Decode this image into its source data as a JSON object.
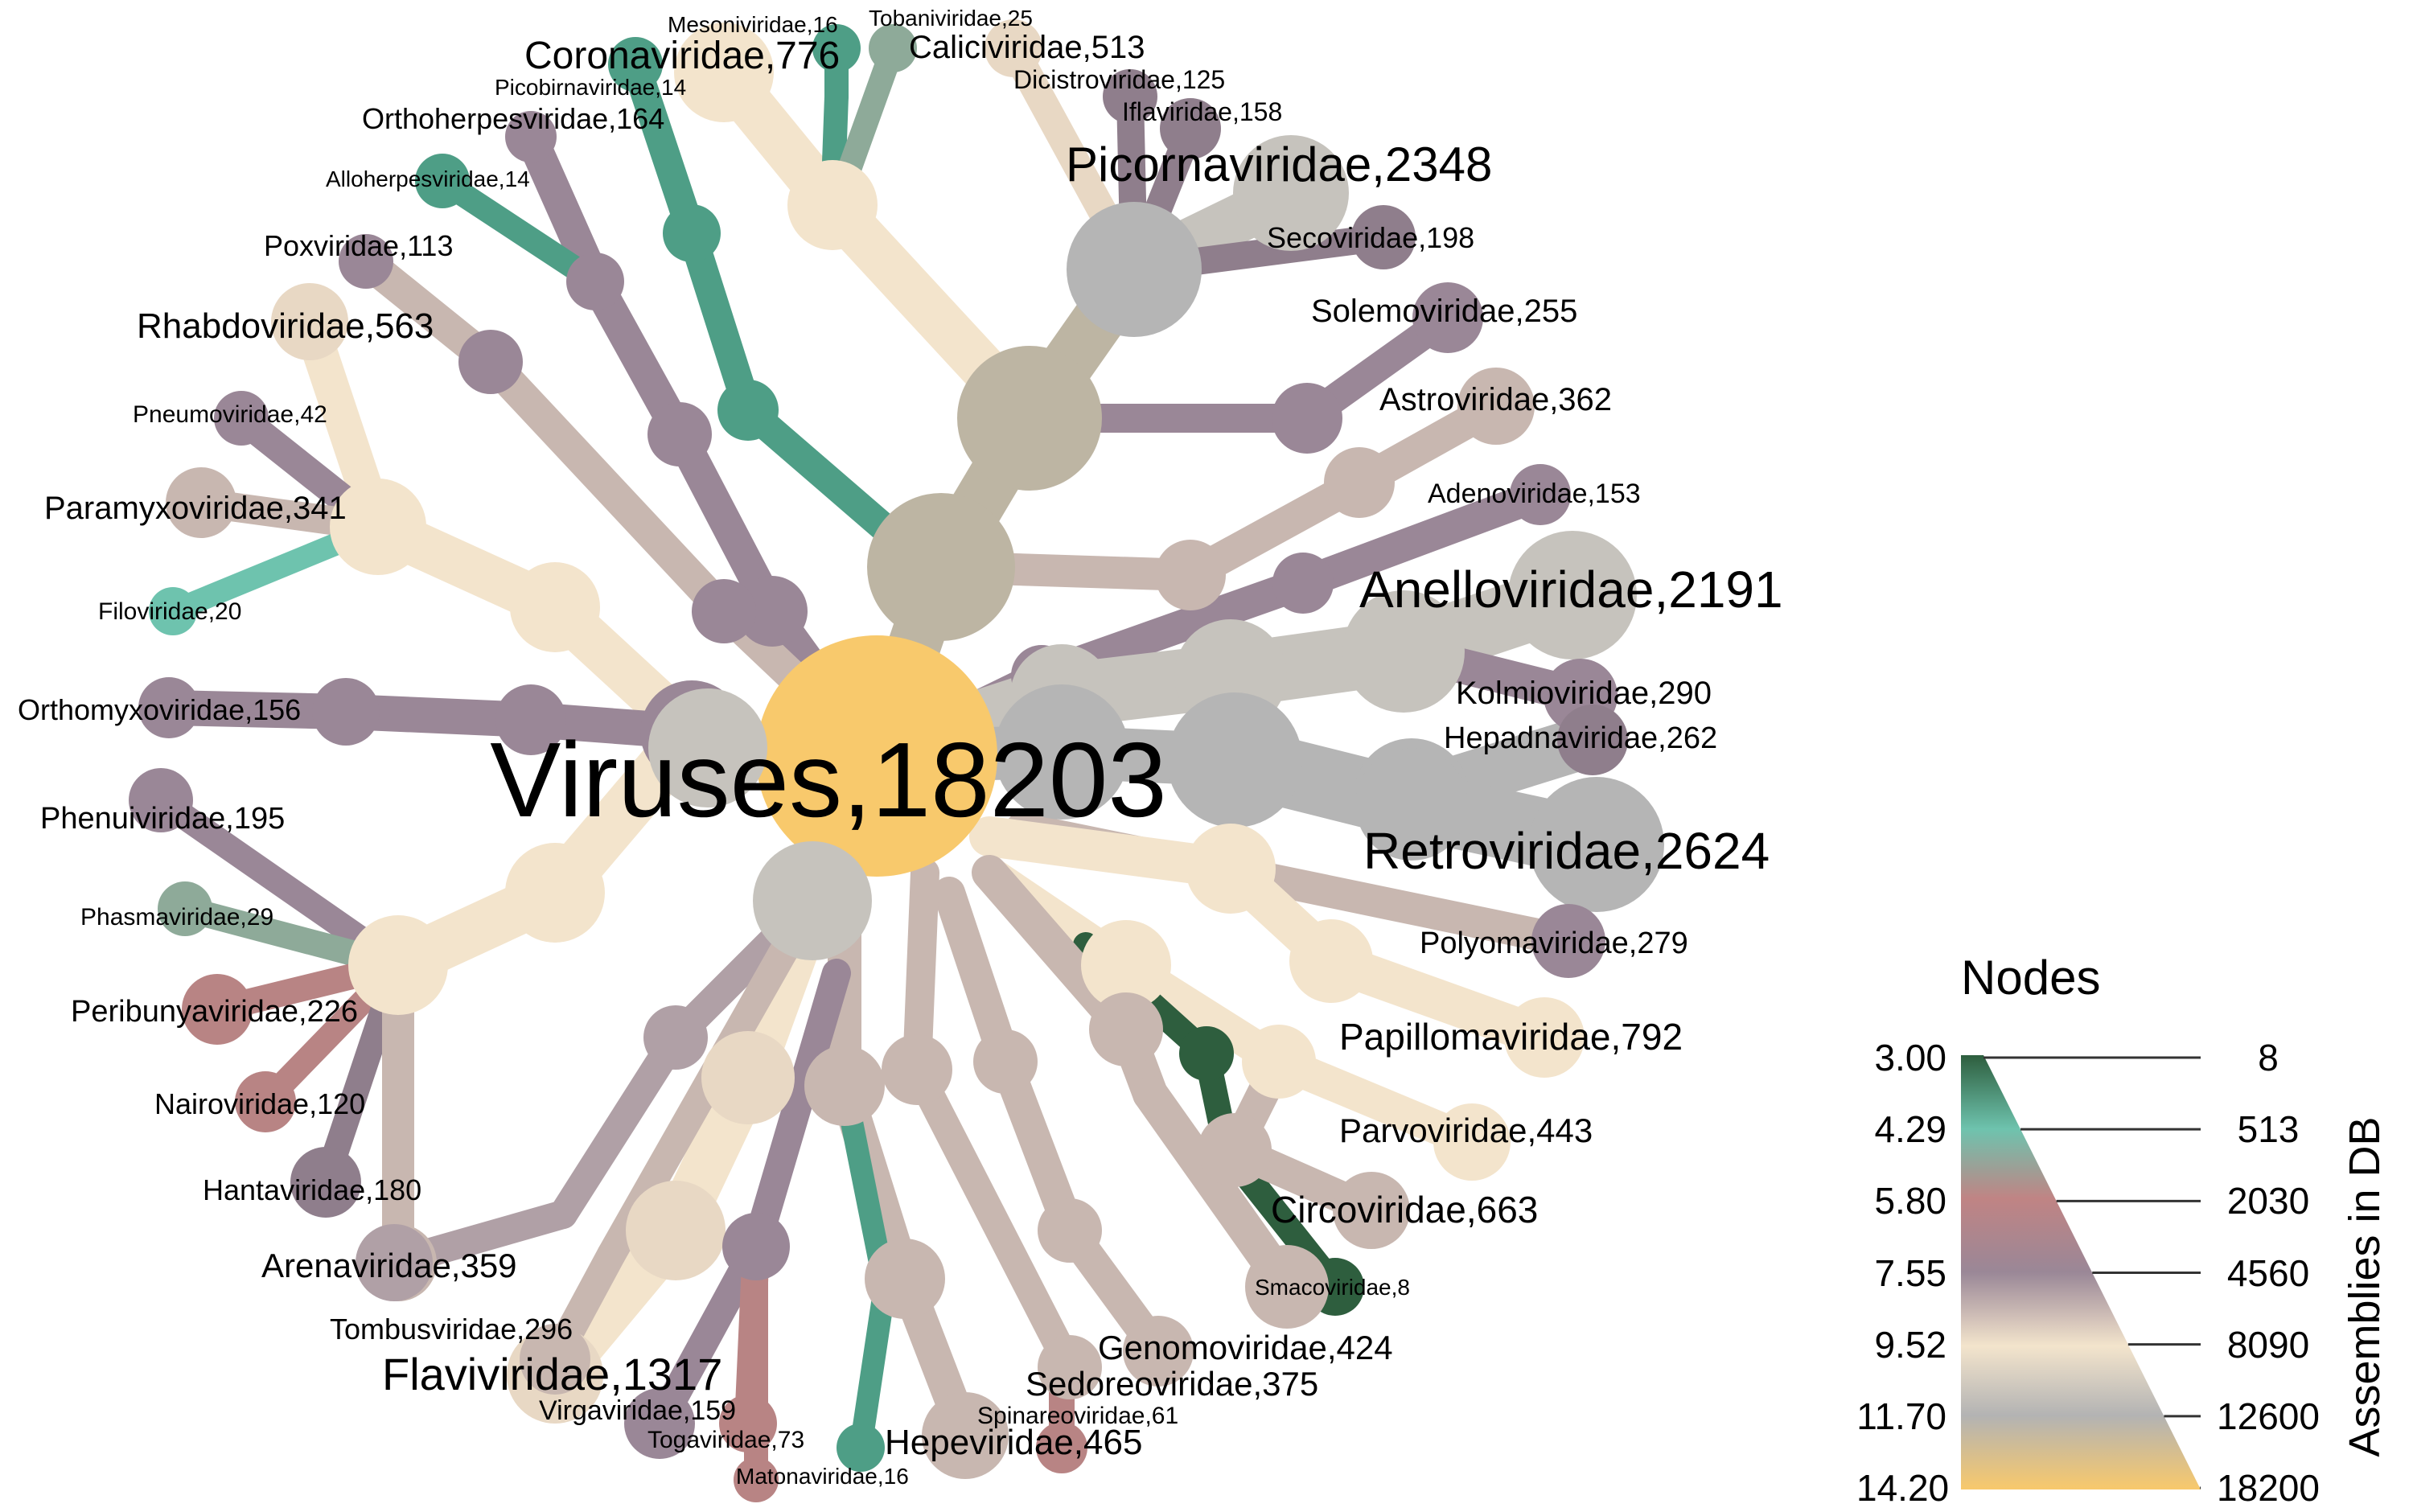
{
  "root": {
    "label": "Viruses,18203"
  },
  "families": [
    {
      "label": "Picornaviridae,2348"
    },
    {
      "label": "Anelloviridae,2191"
    },
    {
      "label": "Retroviridae,2624"
    },
    {
      "label": "Coronaviridae,776"
    },
    {
      "label": "Flaviviridae,1317"
    },
    {
      "label": "Caliciviridae,513"
    },
    {
      "label": "Mesoniviridae,16"
    },
    {
      "label": "Tobaniviridae,25"
    },
    {
      "label": "Dicistroviridae,125"
    },
    {
      "label": "Iflaviridae,158"
    },
    {
      "label": "Picobirnaviridae,14"
    },
    {
      "label": "Orthoherpesviridae,164"
    },
    {
      "label": "Alloherpesviridae,14"
    },
    {
      "label": "Secoviridae,198"
    },
    {
      "label": "Poxviridae,113"
    },
    {
      "label": "Solemoviridae,255"
    },
    {
      "label": "Rhabdoviridae,563"
    },
    {
      "label": "Astroviridae,362"
    },
    {
      "label": "Pneumoviridae,42"
    },
    {
      "label": "Paramyxoviridae,341"
    },
    {
      "label": "Adenoviridae,153"
    },
    {
      "label": "Filoviridae,20"
    },
    {
      "label": "Orthomyxoviridae,156"
    },
    {
      "label": "Kolmioviridae,290"
    },
    {
      "label": "Hepadnaviridae,262"
    },
    {
      "label": "Phenuiviridae,195"
    },
    {
      "label": "Phasmaviridae,29"
    },
    {
      "label": "Polyomaviridae,279"
    },
    {
      "label": "Peribunyaviridae,226"
    },
    {
      "label": "Papillomaviridae,792"
    },
    {
      "label": "Nairoviridae,120"
    },
    {
      "label": "Parvoviridae,443"
    },
    {
      "label": "Hantaviridae,180"
    },
    {
      "label": "Circoviridae,663"
    },
    {
      "label": "Arenaviridae,359"
    },
    {
      "label": "Smacoviridae,8"
    },
    {
      "label": "Tombusviridae,296"
    },
    {
      "label": "Genomoviridae,424"
    },
    {
      "label": "Sedoreoviridae,375"
    },
    {
      "label": "Virgaviridae,159"
    },
    {
      "label": "Spinareoviridae,61"
    },
    {
      "label": "Togaviridae,73"
    },
    {
      "label": "Hepeviridae,465"
    },
    {
      "label": "Matonaviridae,16"
    }
  ],
  "legend": {
    "title": "Nodes",
    "axis_title": "Assemblies in DB",
    "node_sizes": [
      "3.00",
      "4.29",
      "5.80",
      "7.55",
      "9.52",
      "11.70",
      "14.20"
    ],
    "assemblies": [
      "8",
      "513",
      "2030",
      "4560",
      "8090",
      "12600",
      "18200"
    ],
    "gradient": [
      "#2e5e3e",
      "#6ec3ae",
      "#c08484",
      "#9a8797",
      "#f3e4cc",
      "#b3b3b3",
      "#f8c96c"
    ]
  }
}
